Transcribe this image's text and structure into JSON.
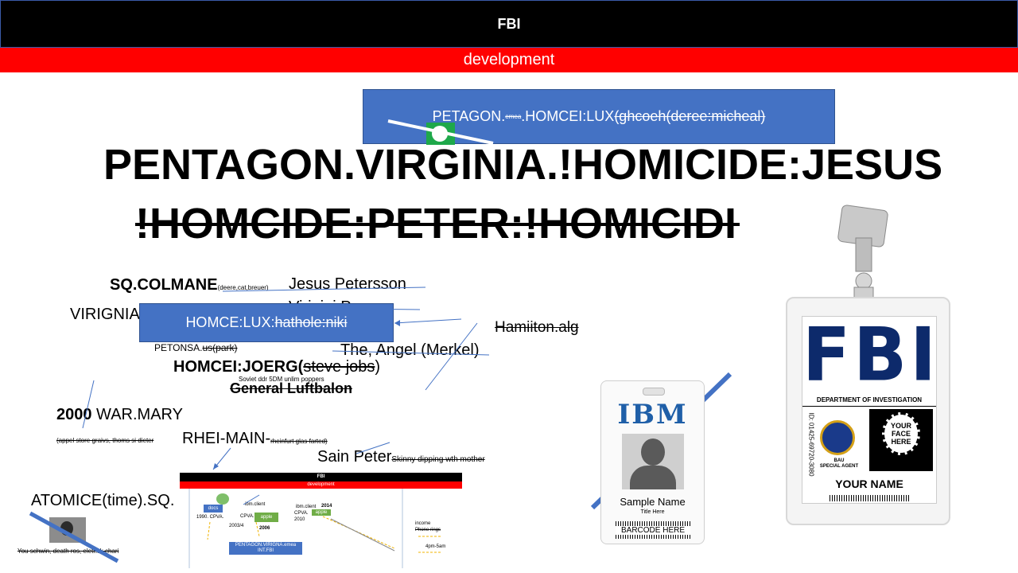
{
  "header": {
    "title": "FBI",
    "subtitle": "development"
  },
  "top_box": {
    "prefix": "PETAGON.",
    "small": "emea",
    "middle": ".HOMCEI:LUX",
    "struck": "(ghcoeh(deree:micheal)"
  },
  "headline1": "PENTAGON.VIRGINIA.!HOMICIDE:JESUS",
  "headline2": "!HOMCIDE:PETER:!HOMICIDI",
  "labels": {
    "sq_colmane": "SQ.COLMANE",
    "sq_colmane_small": "(deere,cat,breuer)",
    "jesus": "Jesus Petersson",
    "virginia_partial": "Virigini Ponce",
    "virignia": "VIRIGNIA",
    "homce_box_prefix": "HOMCE:LUX:",
    "homce_box_struck": "hathole:niki",
    "hamilton": "Hamiiton.alg",
    "petonsa": "PETONSA.",
    "petonsa_struck": "us(park)",
    "angel": "The, Angel (Merkel)",
    "homcei_joerg": "HOMCEI:JOERG(",
    "steve": "steve jobs",
    "steve_close": ")",
    "soviet": "Soviet ddr 5DM unlim poppers",
    "general": "General Luftbalon",
    "year2000": "2000",
    "warmary": " WAR.MARY",
    "appel": "(appel store graivs, thoms si dieter",
    "rhei": "RHEI-MAIN-",
    "rheinfurt": "rheinfurt glas farted)",
    "sain": "Sain Peter",
    "skinny": "Skinny dipping wth mother",
    "atomice": "ATOMICE(time).SQ.",
    "schwin": "You schwin, death ros, eletrick chari"
  },
  "thumb": {
    "title": "FBI",
    "subtitle": "development",
    "docs": "docs",
    "y1990": "1990. CPVA.",
    "ibm1": "ibm.client",
    "cpva1": "CPVA.",
    "apple1": "apple",
    "y2003": "2003/4",
    "y2006": "2006",
    "ibm2": "ibm.client",
    "y2014": "2014",
    "cpva2": "CPVA.",
    "y2010": "2010",
    "apple2": "apple",
    "income": "income",
    "phone": "Phone rings",
    "pm": "4pm-5am",
    "pentagon_box": "PENTAGON.VIRIGNA.emea",
    "intfbi": "INT.FBI"
  },
  "ibm_badge": {
    "logo": "IBM",
    "name": "Sample Name",
    "title": "Title Here",
    "barcode": "BARCODE HERE"
  },
  "fbi_badge": {
    "logo": "FBI",
    "dept": "DEPARTMENT OF INVESTIGATION",
    "id": "ID: 01425-69720-3080",
    "face": "YOUR FACE HERE",
    "bau": "BAU",
    "agent": "SPECIAL AGENT",
    "name": "YOUR NAME"
  },
  "colors": {
    "blue": "#4472c4",
    "red": "#ff0000",
    "navy": "#0d2a6b"
  }
}
